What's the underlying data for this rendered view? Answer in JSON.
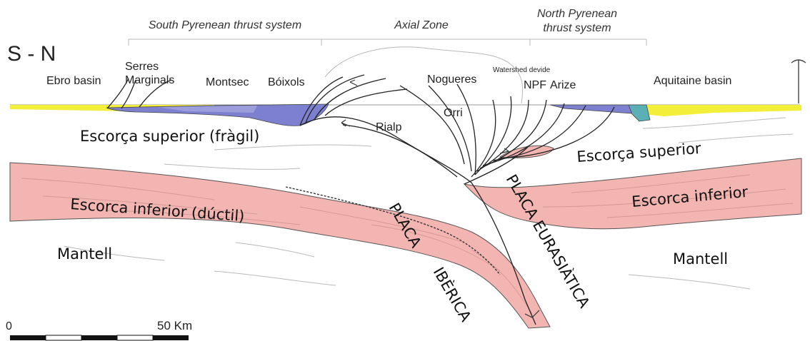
{
  "section_label": "S - N",
  "headers": {
    "south": "South Pyrenean thrust system",
    "axial": "Axial Zone",
    "north_line1": "North Pyrenean",
    "north_line2": "thrust system"
  },
  "locations": {
    "ebro": "Ebro basin",
    "serres_1": "Serres",
    "serres_2": "Marginals",
    "montsec": "Montsec",
    "boixols": "Bóixols",
    "nogueres": "Nogueres",
    "watershed": "Watershed devide",
    "npf": "NPF",
    "arize": "Arize",
    "aquitaine": "Aquitaine basin",
    "orri": "Orri",
    "rialp": "Rialp"
  },
  "layers": {
    "upper_crust_left": "Escorça superior (fràgil)",
    "upper_crust_right": "Escorça superior",
    "lower_crust_left": "Escorca inferior (dúctil)",
    "lower_crust_right": "Escorca inferior",
    "mantle_left": "Mantell",
    "mantle_right": "Mantell"
  },
  "plates": {
    "iberian_1": "PLACA",
    "iberian_2": "IBÈRICA",
    "eurasian": "PLACA EURASIÀTICA"
  },
  "scale": {
    "zero": "0",
    "label": "50 Km"
  },
  "colors": {
    "lower_crust": "#f2b5b1",
    "basin_fill": "#f3ee3a",
    "thrust_sheet": "#7d80cf",
    "teal": "#5ab0b5"
  }
}
